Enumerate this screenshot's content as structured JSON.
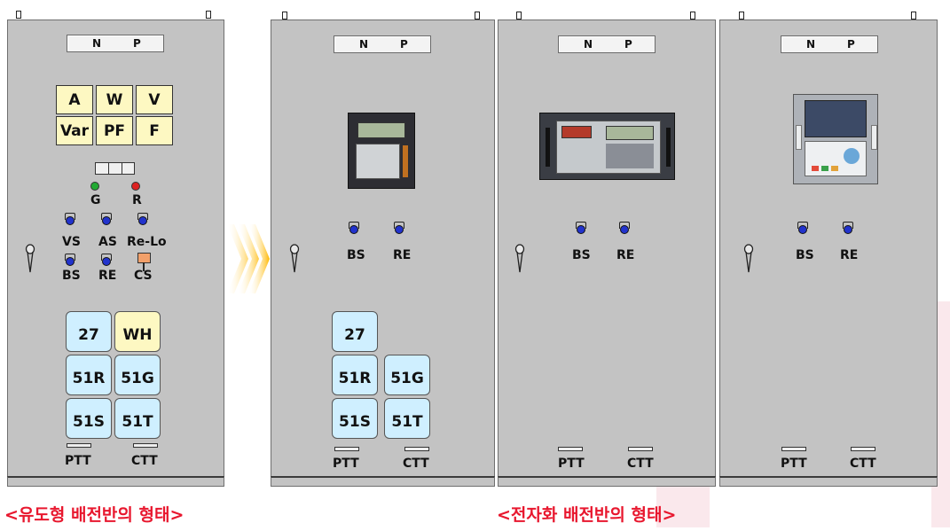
{
  "np_plate": {
    "n": "N",
    "p": "P"
  },
  "left_panel": {
    "meters": [
      "A",
      "W",
      "V",
      "Var",
      "PF",
      "F"
    ],
    "lamps": {
      "green": "G",
      "red": "R"
    },
    "switch_labels": {
      "vs": "VS",
      "as": "AS",
      "relo": "Re-Lo",
      "bs": "BS",
      "re": "RE",
      "cs": "CS"
    },
    "relays": {
      "r27": "27",
      "wh": "WH",
      "r51r": "51R",
      "r51g": "51G",
      "r51s": "51S",
      "r51t": "51T"
    },
    "ct": {
      "ptt": "PTT",
      "ctt": "CTT"
    }
  },
  "panel2": {
    "switch_labels": {
      "bs": "BS",
      "re": "RE"
    },
    "relays": {
      "r27": "27",
      "r51r": "51R",
      "r51g": "51G",
      "r51s": "51S",
      "r51t": "51T"
    },
    "ct": {
      "ptt": "PTT",
      "ctt": "CTT"
    }
  },
  "panel3": {
    "switch_labels": {
      "bs": "BS",
      "re": "RE"
    },
    "ct": {
      "ptt": "PTT",
      "ctt": "CTT"
    }
  },
  "panel4": {
    "switch_labels": {
      "bs": "BS",
      "re": "RE"
    },
    "ct": {
      "ptt": "PTT",
      "ctt": "CTT"
    }
  },
  "captions": {
    "left": "<유도형 배전반의 형태>",
    "right": "<전자화 배전반의 형태>"
  },
  "colors": {
    "panel": "#c3c3c3",
    "caption": "#e8172e",
    "relay": "#cfefff",
    "meter": "#fdf8c2",
    "arrow": "#ffcc33"
  }
}
